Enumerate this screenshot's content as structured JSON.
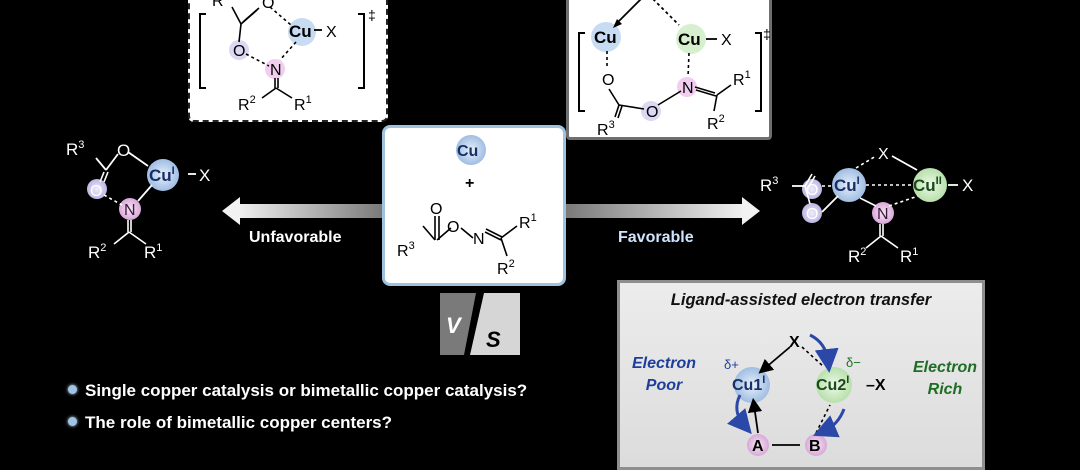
{
  "figure": {
    "ts_dagger": "‡",
    "labels": {
      "unfavorable": "Unfavorable",
      "favorable": "Favorable",
      "vs_v": "V",
      "vs_s": "S"
    },
    "chem": {
      "cu": "Cu",
      "x": "X",
      "n": "N",
      "o": "O",
      "plus": "+",
      "r1": "R",
      "r2": "R",
      "r3": "R",
      "sup1": "1",
      "sup2": "2",
      "sup3": "3",
      "cu_i": "Cu",
      "ox_I": "I",
      "ox_II": "II"
    },
    "panel": {
      "title": "Ligand-assisted electron transfer",
      "left_label": [
        "Electron",
        "Poor"
      ],
      "right_label": [
        "Electron",
        "Rich"
      ],
      "delta_plus": "δ+",
      "delta_minus": "δ−",
      "cu1": "Cu1",
      "cu2": "Cu2",
      "oxI": "I",
      "x": "X",
      "a": "A",
      "b": "B",
      "dash": "–X"
    },
    "questions": [
      "Single copper catalysis or bimetallic copper catalysis?",
      "The role of bimetallic copper centers?"
    ]
  },
  "colors": {
    "background": "#000000",
    "cu_highlight": "#c7dcf3",
    "cu_green_highlight": "#d6f0cf",
    "n_highlight": "#f1cdf0",
    "o_highlight": "#dcd7f2",
    "favorable_text": "#cfe4ff",
    "electron_poor": "#1e3e9c",
    "electron_rich": "#1f6d24",
    "curved_arrow": "#2b47a8"
  }
}
